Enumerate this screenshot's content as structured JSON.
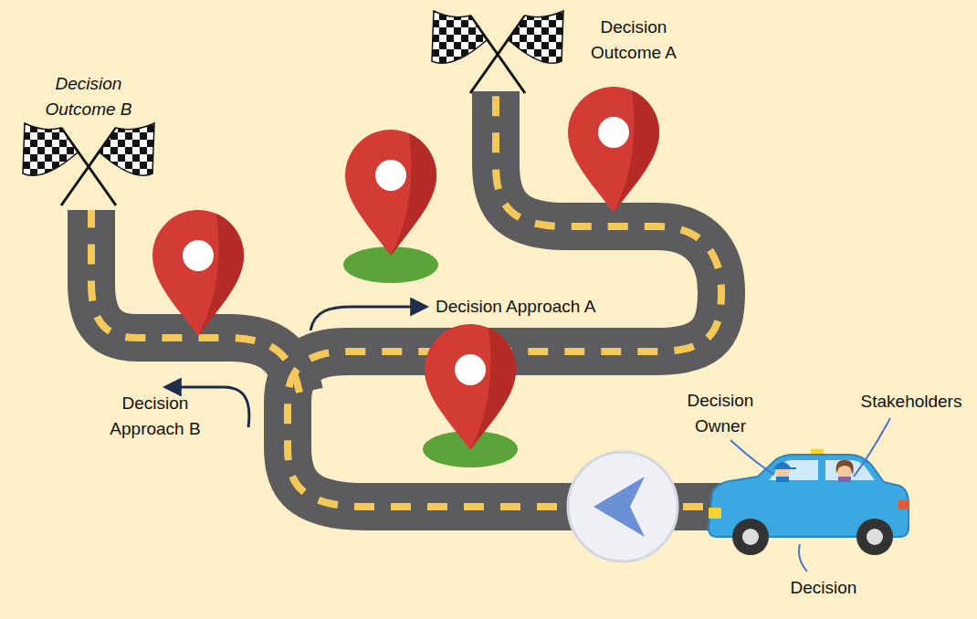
{
  "diagram": {
    "labels": [
      "Decision Outcome B",
      "Decision Outcome A",
      "Decision Approach A",
      "Decision Approach B",
      "Decision Owner",
      "Stakeholders",
      "Decision"
    ]
  }
}
